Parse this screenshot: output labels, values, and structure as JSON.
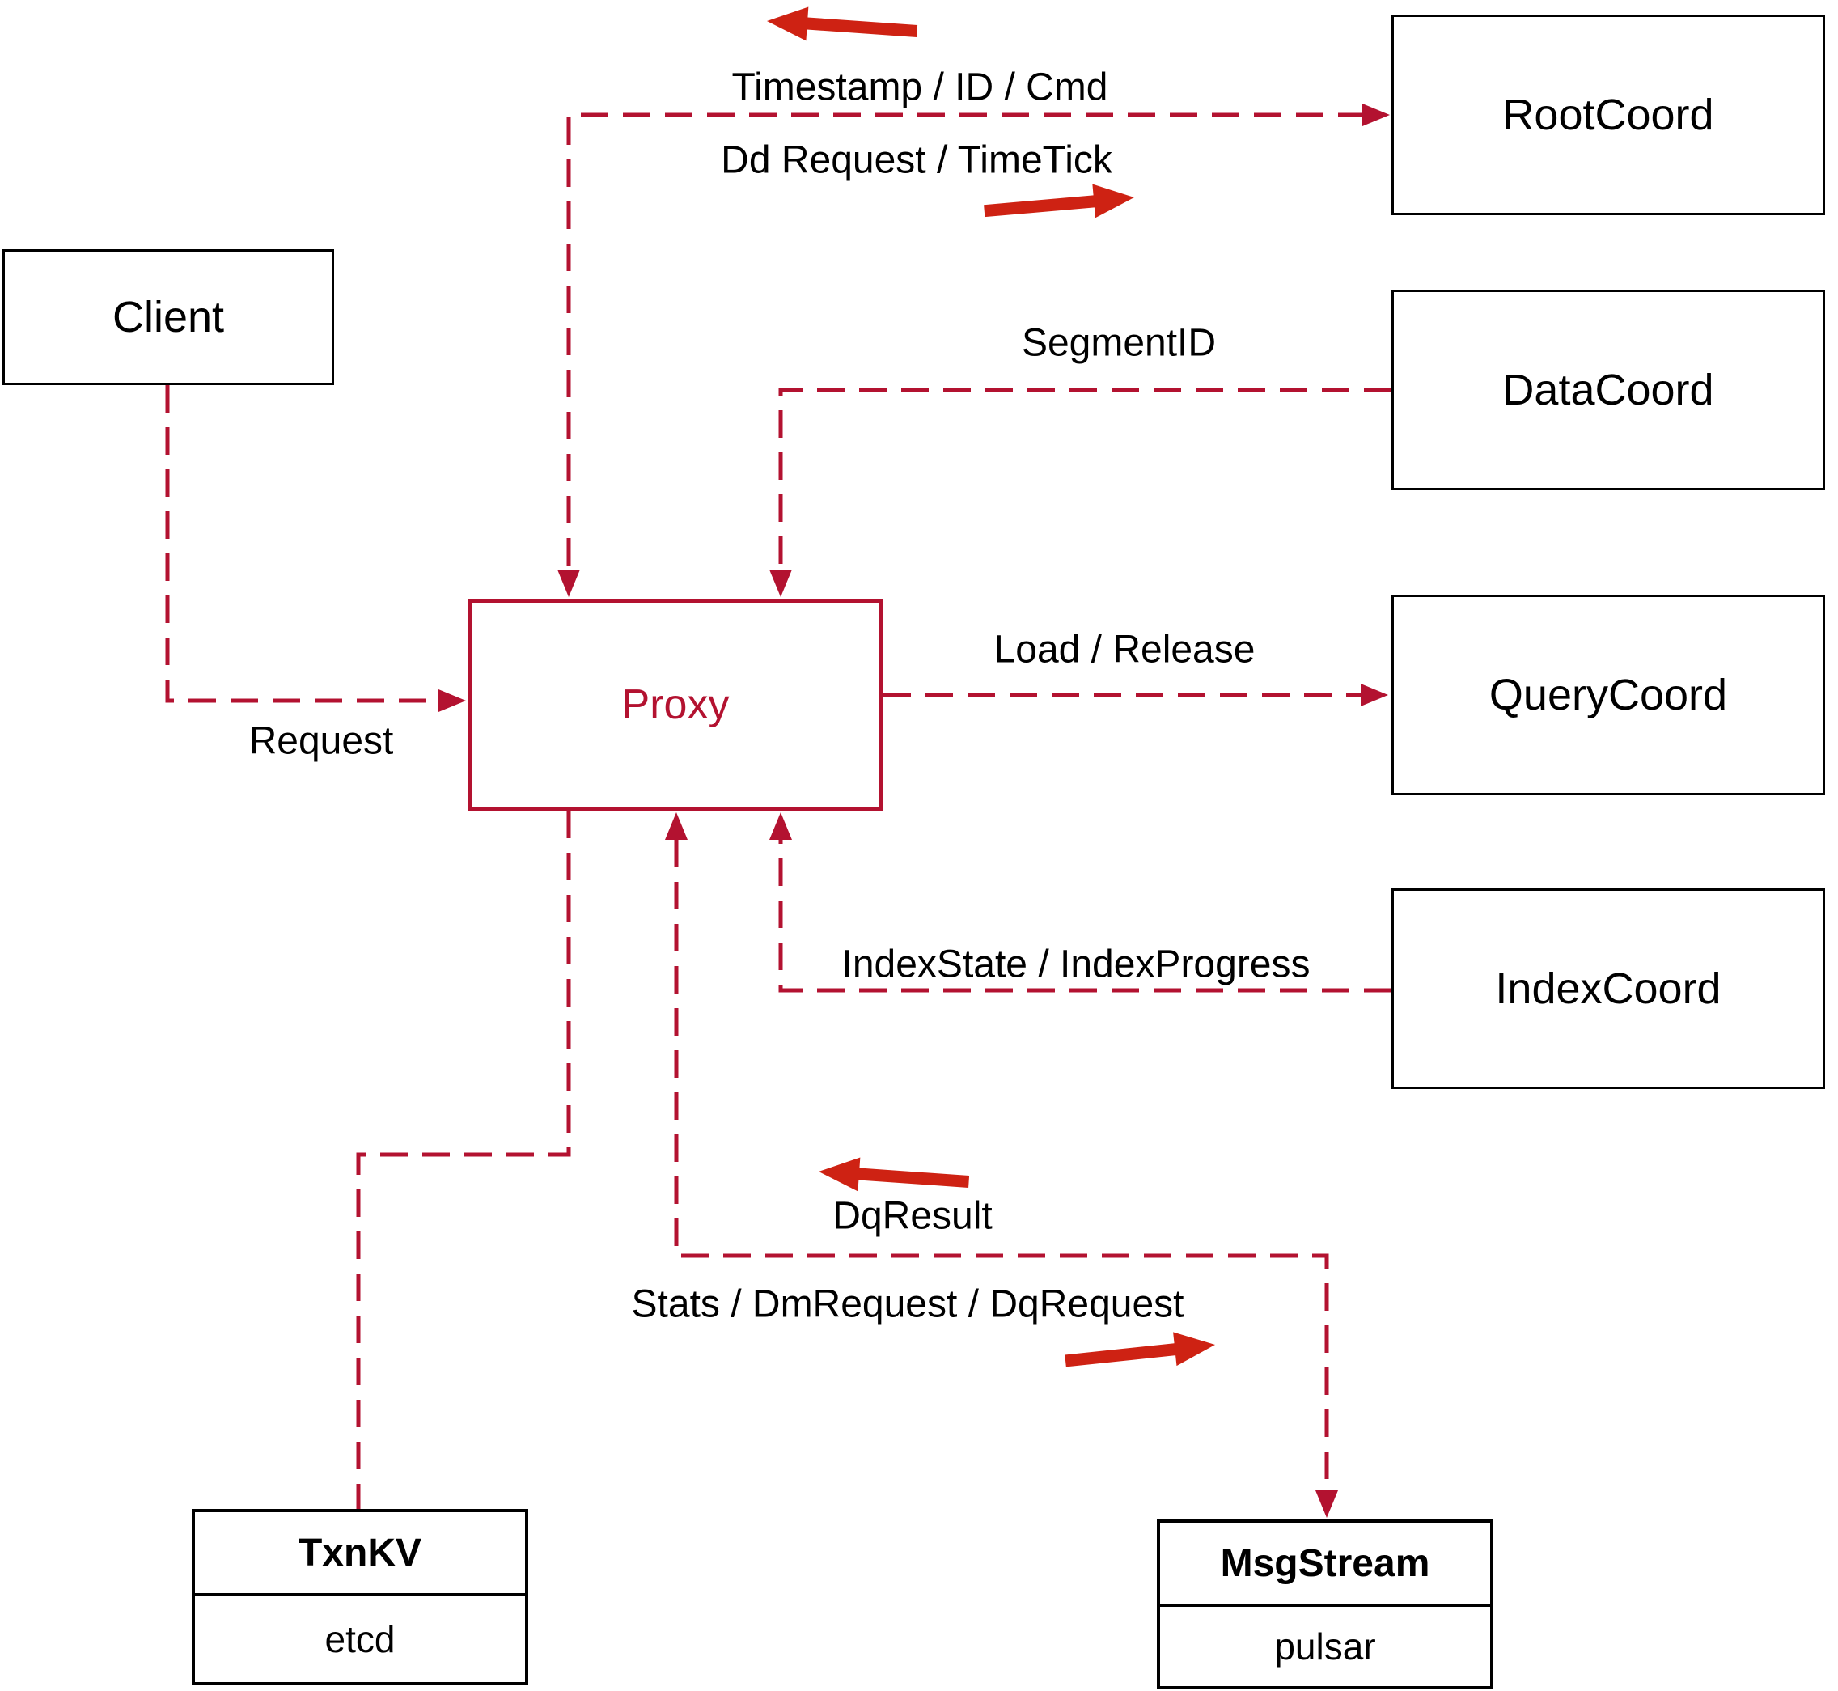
{
  "diagram": {
    "nodes": {
      "client": {
        "label": "Client"
      },
      "proxy": {
        "label": "Proxy"
      },
      "root_coord": {
        "label": "RootCoord"
      },
      "data_coord": {
        "label": "DataCoord"
      },
      "query_coord": {
        "label": "QueryCoord"
      },
      "index_coord": {
        "label": "IndexCoord"
      },
      "txn_kv": {
        "title": "TxnKV",
        "subtitle": "etcd"
      },
      "msg_stream": {
        "title": "MsgStream",
        "subtitle": "pulsar"
      }
    },
    "edge_labels": {
      "timestamp_id_cmd": "Timestamp / ID / Cmd",
      "dd_request_timetick": "Dd Request / TimeTick",
      "segment_id": "SegmentID",
      "load_release": "Load / Release",
      "index_state_progress": "IndexState / IndexProgress",
      "dq_result": "DqResult",
      "stats_dm_dq": "Stats / DmRequest / DqRequest",
      "request": "Request"
    },
    "colors": {
      "edge_red": "#b31230",
      "arrow_red": "#ce2213",
      "node_border": "#000000",
      "background": "#ffffff"
    }
  }
}
